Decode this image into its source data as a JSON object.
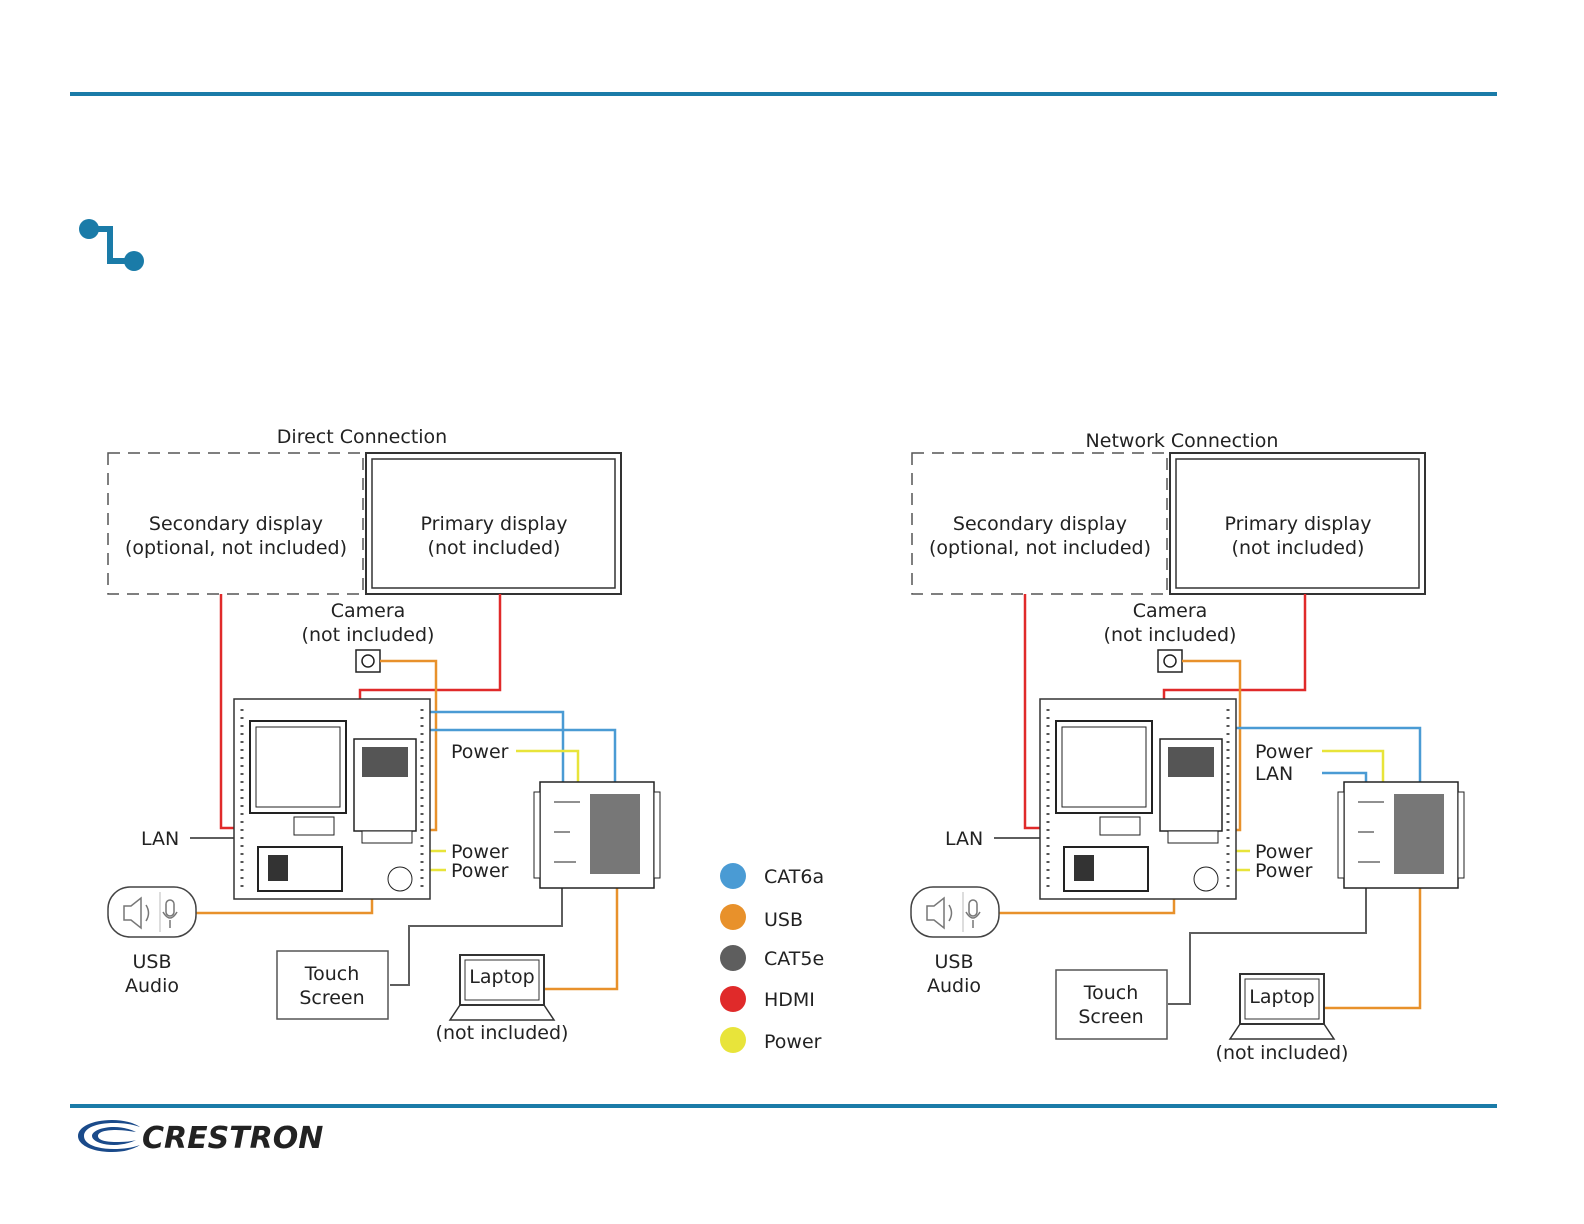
{
  "colors": {
    "accent": "#1a7ba8",
    "cat6a": "#4a9bd4",
    "usb": "#e8912b",
    "cat5e": "#5e5e5e",
    "hdmi": "#e02a2a",
    "power": "#e8e43a"
  },
  "icons": {
    "connection": "connection-icon",
    "speaker": "speaker-icon",
    "microphone": "microphone-icon"
  },
  "direct": {
    "title": "Direct Connection",
    "secondary_line1": "Secondary display",
    "secondary_line2": "(optional, not included)",
    "primary_line1": "Primary display",
    "primary_line2": "(not included)",
    "camera_line1": "Camera",
    "camera_line2": "(not included)",
    "power_top": "Power",
    "lan": "LAN",
    "power_a": "Power",
    "power_b": "Power",
    "usb_audio_line1": "USB",
    "usb_audio_line2": "Audio",
    "touch_line1": "Touch",
    "touch_line2": "Screen",
    "laptop": "Laptop",
    "laptop_note": "(not included)"
  },
  "network": {
    "title": "Network Connection",
    "secondary_line1": "Secondary display",
    "secondary_line2": "(optional, not included)",
    "primary_line1": "Primary display",
    "primary_line2": "(not included)",
    "camera_line1": "Camera",
    "camera_line2": "(not included)",
    "power_top": "Power",
    "lan_top": "LAN",
    "lan": "LAN",
    "power_a": "Power",
    "power_b": "Power",
    "usb_audio_line1": "USB",
    "usb_audio_line2": "Audio",
    "touch_line1": "Touch",
    "touch_line2": "Screen",
    "laptop": "Laptop",
    "laptop_note": "(not included)"
  },
  "legend": [
    {
      "label": "CAT6a",
      "color": "#4a9bd4"
    },
    {
      "label": "USB",
      "color": "#e8912b"
    },
    {
      "label": "CAT5e",
      "color": "#5e5e5e"
    },
    {
      "label": "HDMI",
      "color": "#e02a2a"
    },
    {
      "label": "Power",
      "color": "#e8e43a"
    }
  ],
  "logo": {
    "text": "CRESTRON"
  }
}
